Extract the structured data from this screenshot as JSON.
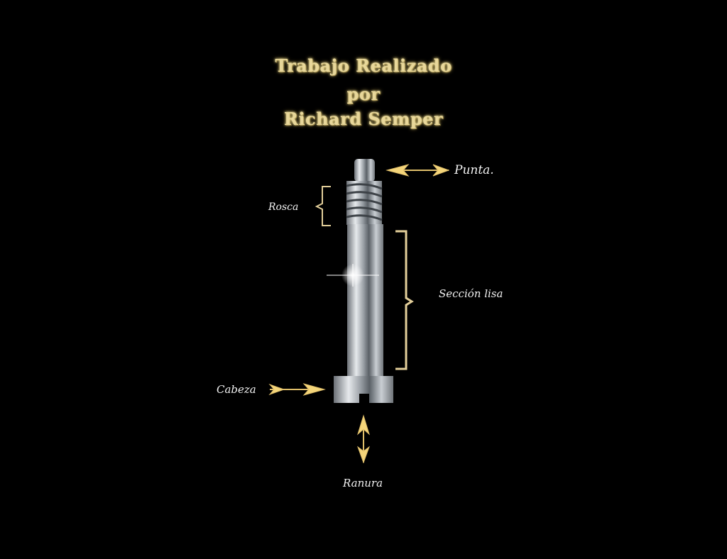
{
  "title": {
    "line1": "Trabajo Realizado",
    "line2": "por",
    "line3": "Richard Semper"
  },
  "labels": {
    "tip": "Punta.",
    "thread": "Rosca",
    "smooth_section": "Sección lisa",
    "head": "Cabeza",
    "slot": "Ranura"
  },
  "colors": {
    "background": "#000000",
    "gold": "#e0bf6a",
    "label": "#f2f2f2"
  }
}
